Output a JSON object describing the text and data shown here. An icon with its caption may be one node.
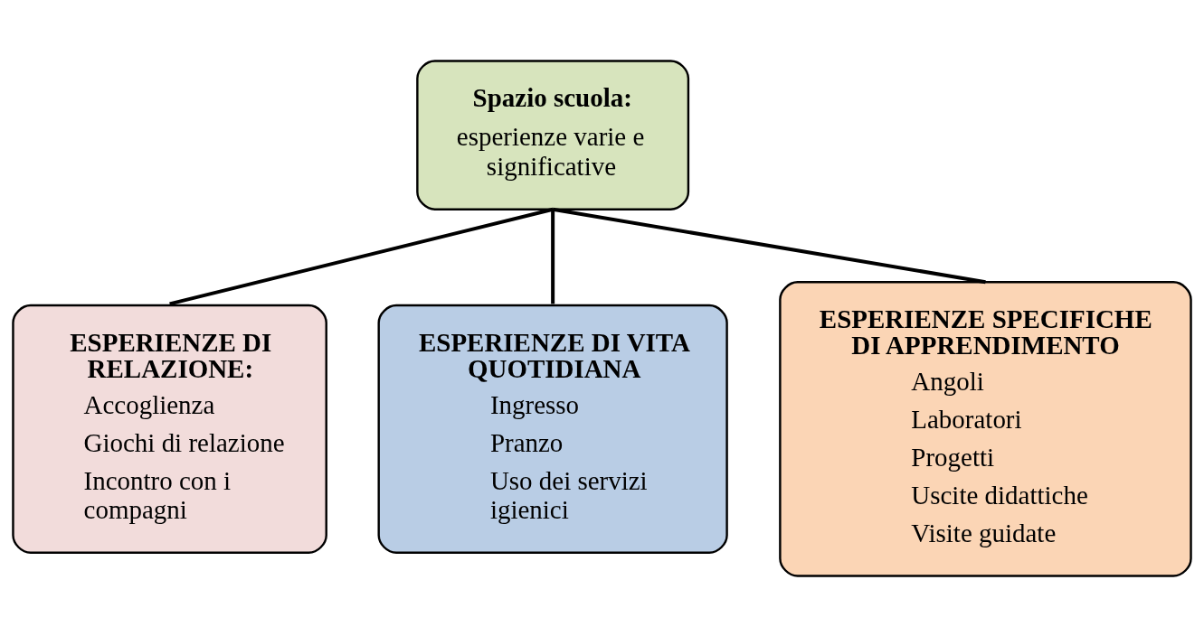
{
  "diagram": {
    "nodes": [
      {
        "text": [
          "Spazio scuola:",
          "esperienze varie e significative"
        ]
      },
      {
        "text": [
          "ESPERIENZE DI RELAZIONE:",
          "Accoglienza",
          "Giochi di relazione",
          "Incontro con i compagni"
        ]
      },
      {
        "text": [
          "ESPERIENZE DI VITA QUOTIDIANA",
          "Ingresso",
          "Pranzo",
          "Uso dei servizi igienici"
        ]
      },
      {
        "text": [
          "ESPERIENZE SPECIFICHE DI APPRENDIMENTO",
          "Angoli",
          "Laboratori",
          "Progetti",
          "Uscite didattiche",
          "Visite guidate"
        ]
      }
    ],
    "edges": [
      {
        "from": 0,
        "to": 1,
        "arrow": "none"
      },
      {
        "from": 0,
        "to": 2,
        "arrow": "none"
      },
      {
        "from": 0,
        "to": 3,
        "arrow": "none"
      }
    ]
  }
}
